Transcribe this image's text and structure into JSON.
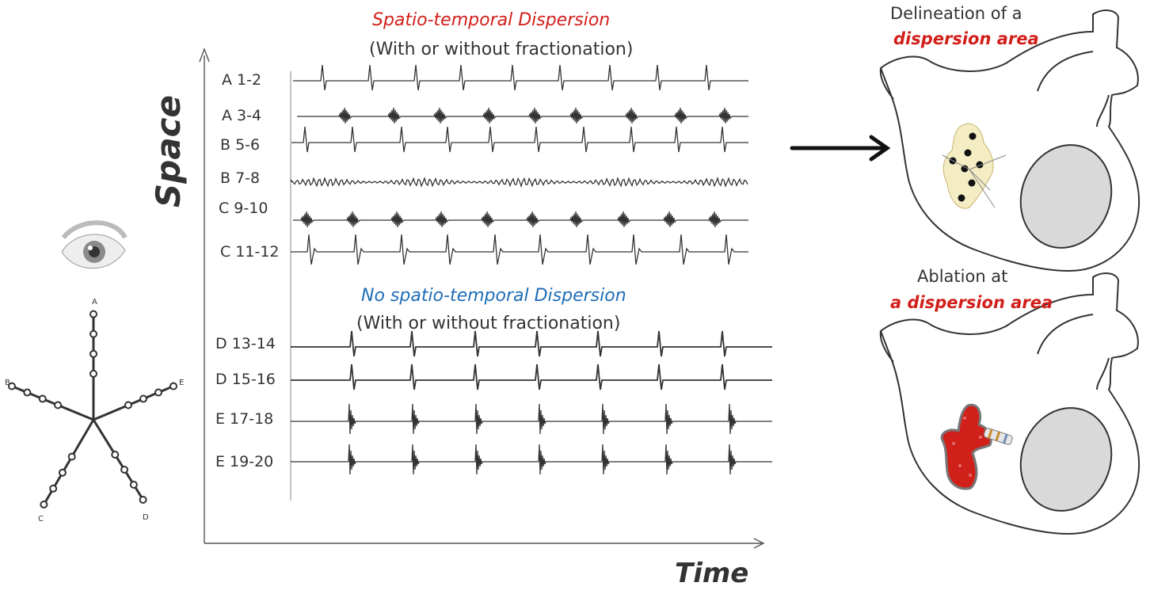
{
  "dispersion_header": {
    "title": "Spatio-temporal Dispersion",
    "subtitle": "(With or without fractionation)"
  },
  "no_dispersion_header": {
    "title": "No spatio-temporal Dispersion",
    "subtitle": "(With or without fractionation)"
  },
  "axes": {
    "y_label": "Space",
    "x_label": "Time"
  },
  "dispersion_channels": [
    {
      "label": "A 1-2",
      "pattern": "spike"
    },
    {
      "label": "A 3-4",
      "pattern": "fractionated"
    },
    {
      "label": "B 5-6",
      "pattern": "spike"
    },
    {
      "label": "B 7-8",
      "pattern": "continuous"
    },
    {
      "label": "C 9-10",
      "pattern": "fractionated"
    },
    {
      "label": "C 11-12",
      "pattern": "biphasic"
    }
  ],
  "no_dispersion_channels": [
    {
      "label": "D 13-14",
      "pattern": "spike"
    },
    {
      "label": "D 15-16",
      "pattern": "spike"
    },
    {
      "label": "E 17-18",
      "pattern": "burst"
    },
    {
      "label": "E 19-20",
      "pattern": "burst"
    }
  ],
  "heart_top": {
    "line1": "Delineation of a",
    "line2": "dispersion area"
  },
  "heart_bottom": {
    "line1": "Ablation at",
    "line2": "a dispersion area"
  },
  "splines": [
    "A",
    "B",
    "C",
    "D",
    "E"
  ],
  "colors": {
    "red_accent": "#d11f1a",
    "blue_accent": "#1f6db5",
    "trace": "#333333",
    "highlight_area": "#f4edc4",
    "ablation": "#d11f1a",
    "valve_gray": "#d9d9d9"
  },
  "icons": [
    "eye-icon",
    "arrow-right-icon",
    "heart-outline-icon",
    "pentaray-catheter-icon"
  ]
}
